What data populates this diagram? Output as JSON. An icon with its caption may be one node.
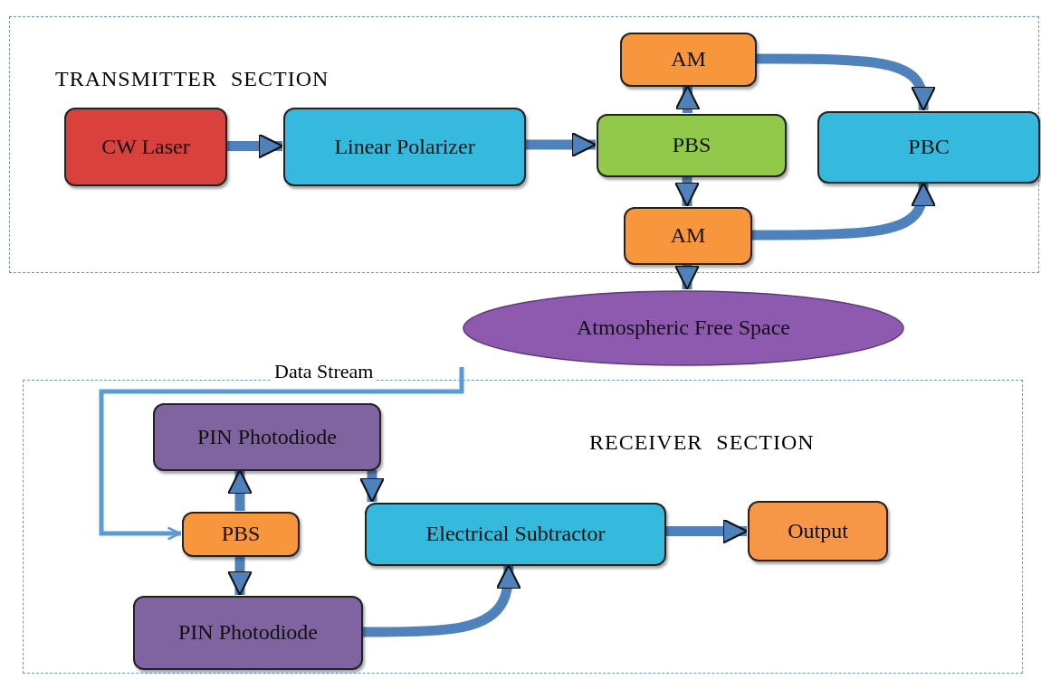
{
  "diagram": {
    "nodes": [
      {
        "text": [
          "TRANSMITTER SECTION"
        ]
      },
      {
        "text": [
          "CW Laser"
        ],
        "in": 0
      },
      {
        "text": [
          "Linear Polarizer"
        ],
        "in": 0
      },
      {
        "text": [
          "PBS"
        ],
        "in": 0
      },
      {
        "text": [
          "AM"
        ],
        "in": 0
      },
      {
        "text": [
          "PBC"
        ],
        "in": 0
      },
      {
        "text": [
          "AM"
        ],
        "in": 0
      },
      {
        "text": [
          "Atmospheric Free Space"
        ]
      },
      {
        "text": [
          "RECEIVER SECTION"
        ]
      },
      {
        "text": [
          "PIN Photodiode"
        ],
        "in": 8
      },
      {
        "text": [
          "PBS"
        ],
        "in": 8
      },
      {
        "text": [
          "Electrical Subtractor"
        ],
        "in": 8
      },
      {
        "text": [
          "Output"
        ],
        "in": 8
      },
      {
        "text": [
          "PIN Photodiode"
        ],
        "in": 8
      }
    ],
    "edges": [
      {
        "from": 1,
        "to": 2,
        "arrow": "to"
      },
      {
        "from": 2,
        "to": 3,
        "arrow": "to"
      },
      {
        "from": 3,
        "to": 4,
        "arrow": "to"
      },
      {
        "from": 3,
        "to": 6,
        "arrow": "to"
      },
      {
        "from": 4,
        "to": 5,
        "arrow": "to"
      },
      {
        "from": 6,
        "to": 5,
        "arrow": "to"
      },
      {
        "from": 6,
        "to": 7,
        "arrow": "to"
      },
      {
        "from": 7,
        "to": 10,
        "arrow": "to",
        "label": "Data Stream",
        "color": "#5b9bd5"
      },
      {
        "from": 10,
        "to": 9,
        "arrow": "to"
      },
      {
        "from": 10,
        "to": 13,
        "arrow": "to"
      },
      {
        "from": 9,
        "to": 11,
        "arrow": "to"
      },
      {
        "from": 13,
        "to": 11,
        "arrow": "to"
      },
      {
        "from": 11,
        "to": 12,
        "arrow": "to"
      }
    ]
  }
}
